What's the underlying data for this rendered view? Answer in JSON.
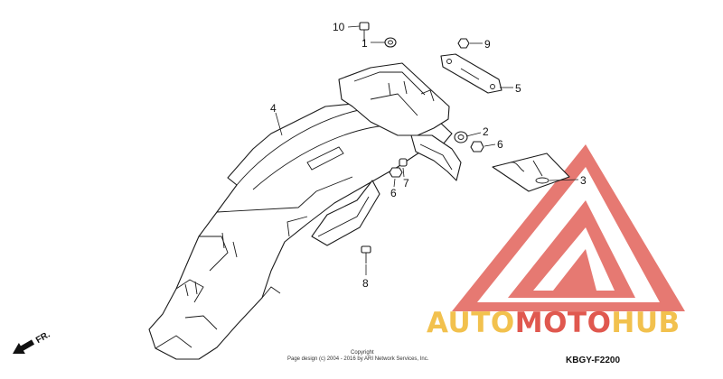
{
  "diagram": {
    "code": "KBGY-F2200",
    "front_label": "FR.",
    "copyright_line1": "Copyright",
    "copyright_line2": "Page design (c) 2004 - 2016 by ARI Network Services, Inc.",
    "callouts": [
      {
        "id": "c1",
        "text": "1"
      },
      {
        "id": "c2",
        "text": "2"
      },
      {
        "id": "c3",
        "text": "3"
      },
      {
        "id": "c4",
        "text": "4"
      },
      {
        "id": "c5",
        "text": "5"
      },
      {
        "id": "c6a",
        "text": "6"
      },
      {
        "id": "c6b",
        "text": "6"
      },
      {
        "id": "c7",
        "text": "7"
      },
      {
        "id": "c8",
        "text": "8"
      },
      {
        "id": "c9",
        "text": "9"
      },
      {
        "id": "c10",
        "text": "10"
      }
    ]
  },
  "watermark": {
    "brand_part1": "AUTO",
    "brand_part2": "MOTO",
    "brand_part3": "HUB",
    "color_gold": "#f2c14e",
    "color_red": "#e0584f"
  }
}
